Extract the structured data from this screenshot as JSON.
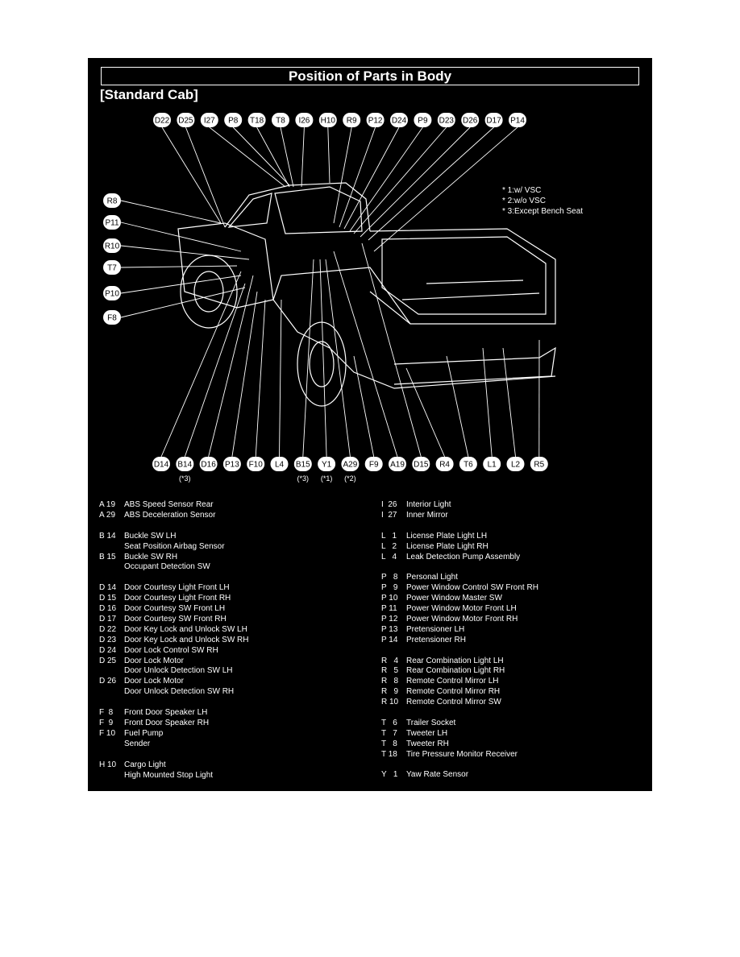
{
  "title": "Position of Parts in Body",
  "subtitle": "[Standard Cab]",
  "notes": [
    "* 1:w/ VSC",
    "* 2:w/o VSC",
    "* 3:Except Bench Seat"
  ],
  "top_connectors": [
    "D22",
    "D25",
    "I27",
    "P8",
    "T18",
    "T8",
    "I26",
    "H10",
    "R9",
    "P12",
    "D24",
    "P9",
    "D23",
    "D26",
    "D17",
    "P14"
  ],
  "left_connectors": [
    "R8",
    "P11",
    "R10",
    "T7",
    "P10",
    "F8"
  ],
  "bottom_connectors": [
    "D14",
    "B14",
    "D16",
    "P13",
    "F10",
    "L4",
    "B15",
    "Y1",
    "A29",
    "F9",
    "A19",
    "D15",
    "R4",
    "T6",
    "L1",
    "L2",
    "R5"
  ],
  "bottom_notes": {
    "B14": "(*3)",
    "B15": "(*3)",
    "Y1": "(*1)",
    "A29": "(*2)"
  },
  "left_list": [
    {
      "code": "A 19",
      "text": "ABS Speed Sensor Rear"
    },
    {
      "code": "A 29",
      "text": "ABS Deceleration Sensor"
    },
    {
      "gap": true
    },
    {
      "code": "B 14",
      "text": "Buckle SW LH"
    },
    {
      "code": "",
      "text": "Seat Position Airbag Sensor"
    },
    {
      "code": "B 15",
      "text": "Buckle SW RH"
    },
    {
      "code": "",
      "text": "Occupant Detection SW"
    },
    {
      "gap": true
    },
    {
      "code": "D 14",
      "text": "Door Courtesy Light Front LH"
    },
    {
      "code": "D 15",
      "text": "Door Courtesy Light Front RH"
    },
    {
      "code": "D 16",
      "text": "Door Courtesy SW Front LH"
    },
    {
      "code": "D 17",
      "text": "Door Courtesy SW Front RH"
    },
    {
      "code": "D 22",
      "text": "Door Key Lock and Unlock SW LH"
    },
    {
      "code": "D 23",
      "text": "Door Key Lock and Unlock SW RH"
    },
    {
      "code": "D 24",
      "text": "Door Lock Control SW RH"
    },
    {
      "code": "D 25",
      "text": "Door Lock Motor"
    },
    {
      "code": "",
      "text": "Door Unlock Detection SW LH"
    },
    {
      "code": "D 26",
      "text": "Door Lock Motor"
    },
    {
      "code": "",
      "text": "Door Unlock Detection SW RH"
    },
    {
      "gap": true
    },
    {
      "code": "F  8",
      "text": "Front Door Speaker LH"
    },
    {
      "code": "F  9",
      "text": "Front Door Speaker RH"
    },
    {
      "code": "F 10",
      "text": "Fuel Pump"
    },
    {
      "code": "",
      "text": "Sender"
    },
    {
      "gap": true
    },
    {
      "code": "H 10",
      "text": "Cargo Light"
    },
    {
      "code": "",
      "text": "High Mounted Stop Light"
    }
  ],
  "right_list": [
    {
      "code": "I  26",
      "text": "Interior Light"
    },
    {
      "code": "I  27",
      "text": "Inner Mirror"
    },
    {
      "gap": true
    },
    {
      "code": "L   1",
      "text": "License Plate Light LH"
    },
    {
      "code": "L   2",
      "text": "License Plate Light RH"
    },
    {
      "code": "L   4",
      "text": "Leak Detection Pump Assembly"
    },
    {
      "gap": true
    },
    {
      "code": "P   8",
      "text": "Personal Light"
    },
    {
      "code": "P   9",
      "text": "Power Window Control SW Front RH"
    },
    {
      "code": "P 10",
      "text": "Power Window Master SW"
    },
    {
      "code": "P 11",
      "text": "Power Window Motor Front LH"
    },
    {
      "code": "P 12",
      "text": "Power Window Motor Front RH"
    },
    {
      "code": "P 13",
      "text": "Pretensioner LH"
    },
    {
      "code": "P 14",
      "text": "Pretensioner RH"
    },
    {
      "gap": true
    },
    {
      "code": "R   4",
      "text": "Rear Combination Light LH"
    },
    {
      "code": "R   5",
      "text": "Rear Combination Light RH"
    },
    {
      "code": "R   8",
      "text": "Remote Control Mirror LH"
    },
    {
      "code": "R   9",
      "text": "Remote Control Mirror RH"
    },
    {
      "code": "R 10",
      "text": "Remote Control Mirror SW"
    },
    {
      "gap": true
    },
    {
      "code": "T   6",
      "text": "Trailer Socket"
    },
    {
      "code": "T   7",
      "text": "Tweeter LH"
    },
    {
      "code": "T   8",
      "text": "Tweeter RH"
    },
    {
      "code": "T 18",
      "text": "Tire Pressure Monitor Receiver"
    },
    {
      "gap": true
    },
    {
      "code": "Y   1",
      "text": "Yaw Rate Sensor"
    }
  ]
}
